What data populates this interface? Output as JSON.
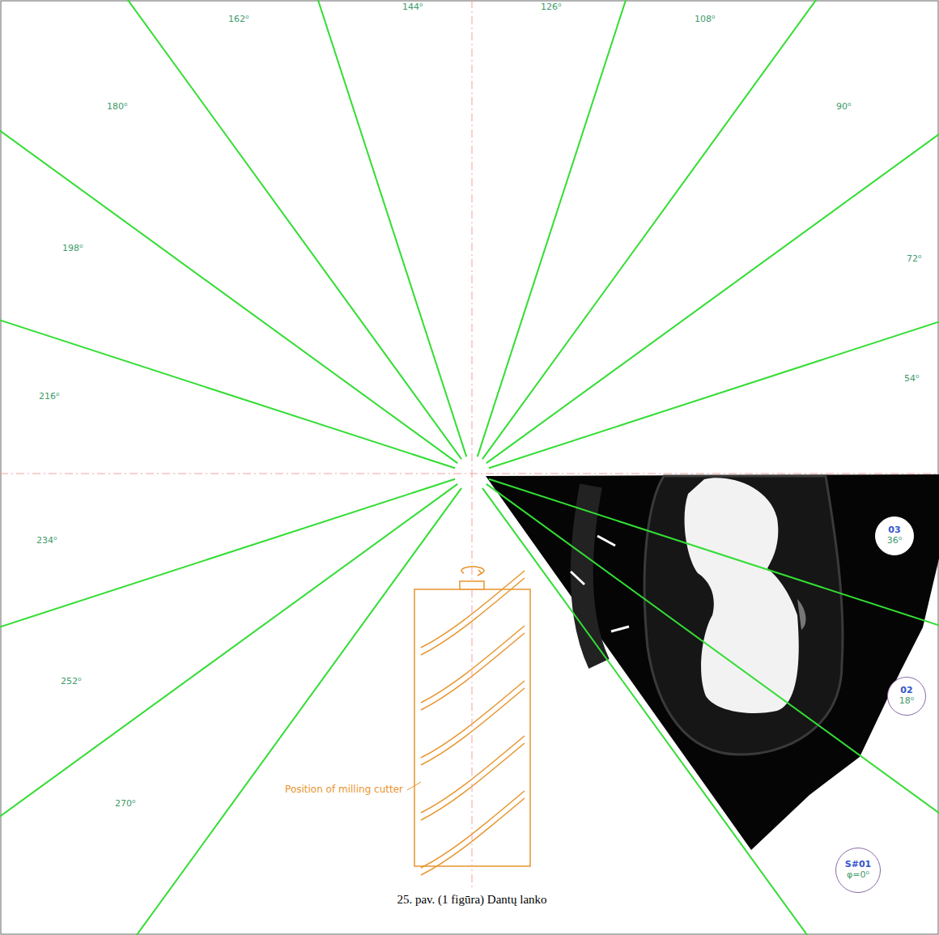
{
  "diagram": {
    "caption": "25. pav. (1 figūra) Dantų lanko",
    "nodes": [
      {
        "text": [
          "03",
          "36⁰"
        ]
      },
      {
        "text": [
          "02",
          "18⁰"
        ]
      },
      {
        "text": [
          "S#01",
          "φ=0⁰"
        ]
      }
    ],
    "labels": [
      "162⁰",
      "144⁰",
      "126⁰",
      "108⁰",
      "90⁰",
      "72⁰",
      "54⁰",
      "180⁰",
      "198⁰",
      "216⁰",
      "234⁰",
      "252⁰",
      "270⁰",
      "Position of milling cutter"
    ]
  }
}
